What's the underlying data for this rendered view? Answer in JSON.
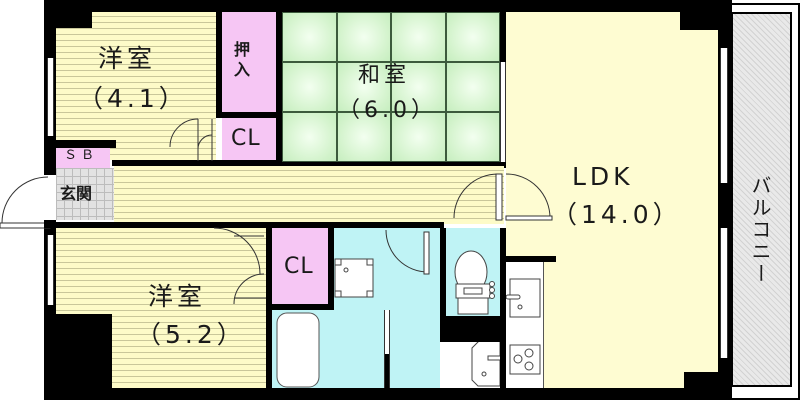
{
  "floor_plan": {
    "rooms": {
      "western_room_1": {
        "name": "洋室",
        "size": "（4.1）"
      },
      "oshiire": {
        "name": "押入"
      },
      "closet_1": {
        "name": "CL"
      },
      "japanese_room": {
        "name": "和室",
        "size": "（6.0）"
      },
      "ldk": {
        "name": "LDK",
        "size": "（14.0）"
      },
      "shoe_box": {
        "name": "ＳＢ"
      },
      "entrance": {
        "name": "玄関"
      },
      "western_room_2": {
        "name": "洋室",
        "size": "（5.2）"
      },
      "closet_2": {
        "name": "CL"
      },
      "balcony": {
        "name": "バルコニー"
      }
    },
    "fixtures": [
      "washing-machine-pan",
      "bathtub",
      "toilet",
      "washbasin",
      "kitchen-sink",
      "gas-stove"
    ],
    "colors": {
      "wall": "#000000",
      "wood_floor": "#fdfbc8",
      "tatami": "#cdf2c6",
      "closet": "#f6c6f4",
      "wet_area": "#bff3f5",
      "entrance_tile": "#e2e2e2",
      "balcony": "#e9e9e9"
    }
  }
}
